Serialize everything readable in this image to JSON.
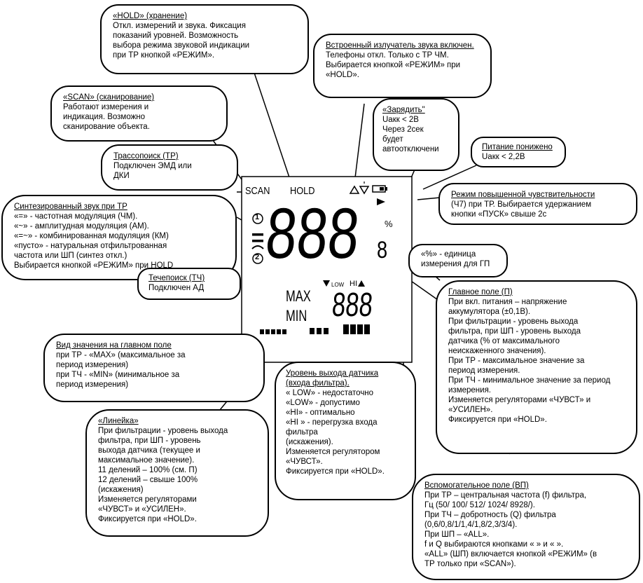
{
  "callouts": {
    "hold": {
      "title": "«HOLD» (хранение)",
      "lines": [
        "Откл. измерений и звука. Фиксация",
        "показаний уровней. Возможность",
        "выбора режима звуковой индикации",
        "при ТР кнопкой «РЕЖИМ»."
      ]
    },
    "sound": {
      "title": "Встроенный излучатель звука включен.",
      "lines": [
        "Телефоны откл. Только с ТР ЧМ.",
        "Выбирается кнопкой «РЕЖИМ» при",
        "«HOLD»."
      ]
    },
    "scan": {
      "title": "«SCAN» (сканирование)",
      "lines": [
        "Работают       измерения       и",
        "индикация.             Возможно",
        "сканирование объекта."
      ]
    },
    "charge": {
      "title": "«Зарядить\"",
      "lines": [
        "Uакк < 2В",
        "Через 2сек",
        "будет",
        "автоотключени"
      ]
    },
    "power": {
      "title": "Питание понижено",
      "lines": [
        "Uакк < 2,2В"
      ]
    },
    "trace": {
      "title": "Трассопоиск (ТР)",
      "lines": [
        "Подключен   ЭМД   или",
        "ДКИ"
      ]
    },
    "sensitivity": {
      "title": "Режим повышенной чувствительности",
      "lines": [
        "(Ч7) при ТР. Выбирается удержанием",
        "кнопки «ПУСК» свыше 2с"
      ]
    },
    "synth": {
      "title": "Синтезированный звук при ТР",
      "lines": [
        "«=» -  частотная модуляция (ЧМ).",
        "«~» - амплитудная модуляция (АМ).",
        "«=~» - комбинированная модуляция (КМ)",
        "«пусто» - натуральная отфильтрованная",
        "          частота или ШП (синтез откл.)",
        "Выбирается кнопкой «РЕЖИМ» при HOLD"
      ]
    },
    "percent": {
      "title": "",
      "lines": [
        "«%» - единица",
        "измерения для ГП"
      ]
    },
    "leak": {
      "title": "Течепоиск (ТЧ)",
      "lines": [
        "Подключен АД"
      ]
    },
    "main_field": {
      "title": "Главное поле (П)",
      "lines": [
        "При вкл. питания – напряжение",
        "аккумулятора (±0,1В).",
        "При фильтрации - уровень выхода",
        "фильтра, при ШП - уровень выхода",
        "датчика (% от максимального",
        "неискаженного значения).",
        " При ТР - максимальное значение за",
        "период измерения.",
        "При ТЧ - минимальное значение за период",
        "измерения.",
        "Изменяется регуляторами «ЧУВСТ» и",
        "«УСИЛЕН».",
        "Фиксируется при «HOLD»."
      ]
    },
    "view": {
      "title": "Вид значения на главном поле",
      "lines": [
        "при  ТР  -  «MAX»  (максимальное  за",
        "период измерения)",
        "при  ТЧ  -  «MIN»  (минимальное  за",
        "период измерения)"
      ]
    },
    "sensor": {
      "title": "Уровень  выхода  датчика",
      "lines": [
        "(входа фильтра).",
        "«     LOW» - недостаточно",
        "«LOW» - допустимо",
        "«HI» - оптимально",
        "«HI     » - перегрузка входа",
        "фильтра",
        "(искажения).",
        "Изменяется     регулятором",
        "«ЧУВСТ».",
        "Фиксируется при «HOLD»."
      ]
    },
    "ruler": {
      "title": "«Линейка»",
      "lines": [
        "При фильтрации - уровень выхода",
        "фильтра, при ШП - уровень",
        "выхода датчика (текущее и",
        "максимальное значение).",
        "11 делений – 100% (см. П)",
        "12 делений – свыше 100%",
        "(искажения)",
        "Изменяется регуляторами",
        "«ЧУВСТ» и «УСИЛЕН».",
        "Фиксируется при «HOLD»."
      ]
    },
    "aux": {
      "title": "Вспомогательное поле (ВП)",
      "lines": [
        "При ТР – центральная частота (f) фильтра,",
        "Гц (50/ 100/ 512/ 1024/ 8928/).",
        "При ТЧ – добротность (Q) фильтра",
        "(0,6/0,8/1/1,4/1,8/2,3/3/4).",
        "При ШП – «ALL».",
        "f и Q выбираются кнопками «    » и «    ».",
        "«ALL» (ШП) включается кнопкой «РЕЖИМ» (в",
        "ТР только при «SCAN»)."
      ]
    }
  },
  "lcd": {
    "scan": "SCAN",
    "hold": "HOLD",
    "main_digits": "888",
    "sub_digit": "8",
    "percent": "%",
    "max": "MAX",
    "min": "MIN",
    "aux_digits": "888",
    "low_label": "LOW",
    "hi_label": "HI",
    "mark_1": "1",
    "mark_2": "2",
    "fm_symbol": "="
  }
}
